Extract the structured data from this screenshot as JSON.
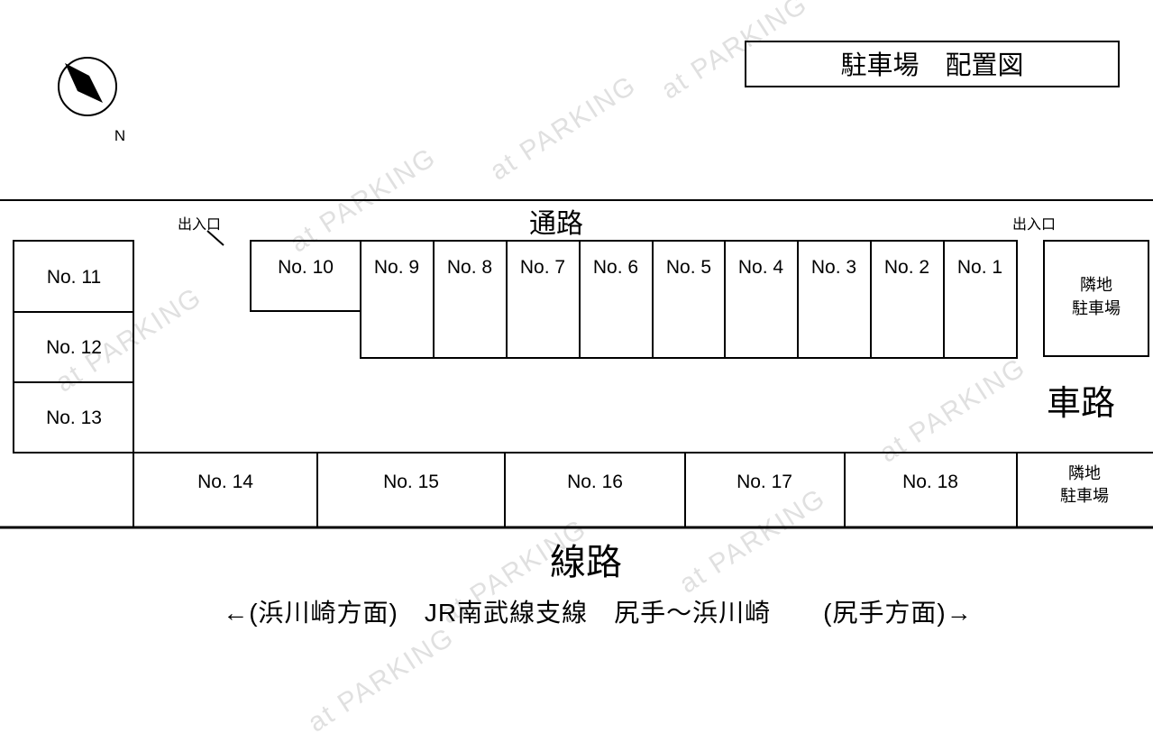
{
  "title": "駐車場　配置図",
  "compass": {
    "north_label": "N"
  },
  "top_road": {
    "label": "通路",
    "entrance_left": "出入口",
    "entrance_right": "出入口"
  },
  "spaces": {
    "left_column": [
      "No. 11",
      "No. 12",
      "No. 13"
    ],
    "space_10": "No. 10",
    "top_row": [
      "No. 9",
      "No. 8",
      "No. 7",
      "No. 6",
      "No. 5",
      "No. 4",
      "No. 3",
      "No. 2",
      "No. 1"
    ],
    "bottom_row": [
      "No. 14",
      "No. 15",
      "No. 16",
      "No. 17",
      "No. 18"
    ]
  },
  "adjacent_lot_top": {
    "line1": "隣地",
    "line2": "駐車場"
  },
  "adjacent_lot_bottom": {
    "line1": "隣地",
    "line2": "駐車場"
  },
  "driveway": {
    "label": "車路"
  },
  "railway": {
    "label": "線路",
    "direction_label": "←(浜川崎方面)　JR南武線支線　尻手～浜川崎　　(尻手方面)→"
  },
  "watermark": {
    "text": "at PARKING"
  },
  "colors": {
    "background": "#ffffff",
    "line": "#000000",
    "watermark": "#c8c8c8"
  }
}
